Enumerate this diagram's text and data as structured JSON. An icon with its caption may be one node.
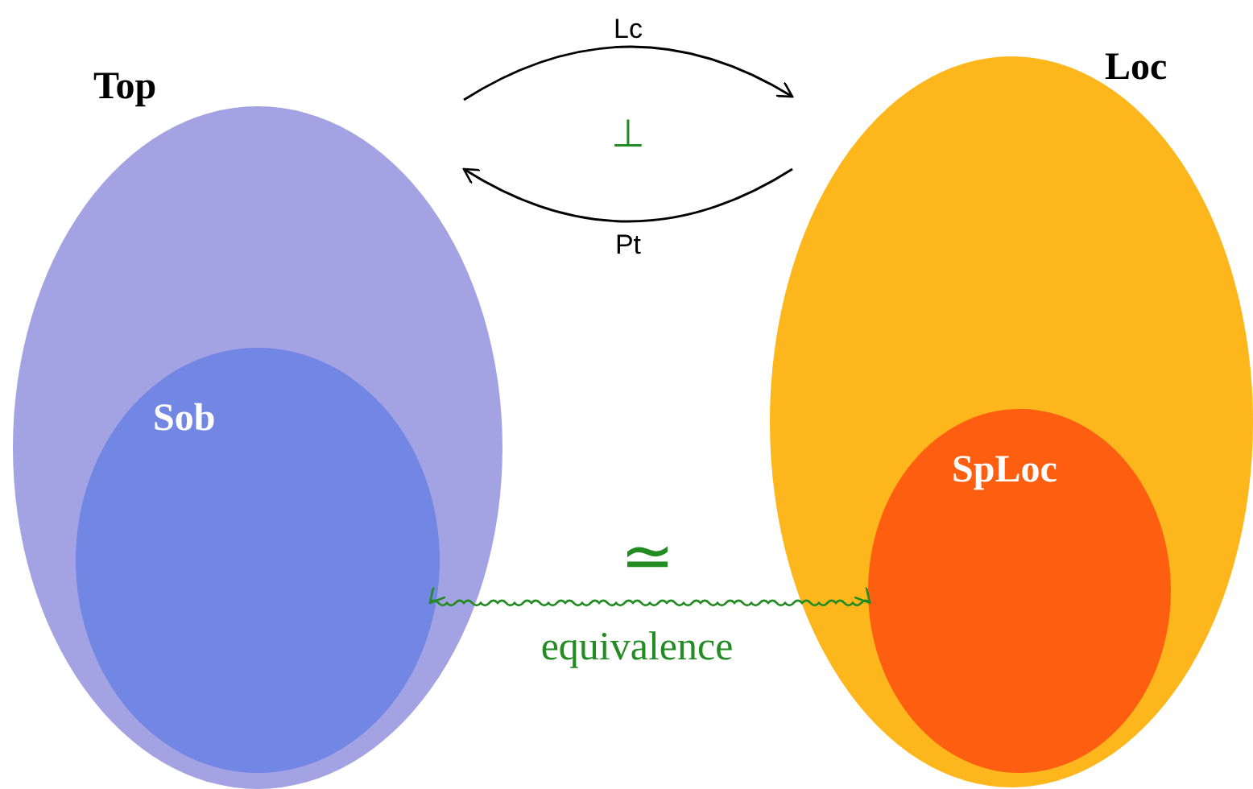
{
  "diagram": {
    "nodes": [
      {
        "text": [
          "Top"
        ]
      },
      {
        "text": [
          "Sob"
        ],
        "in": 0
      },
      {
        "text": [
          "Loc"
        ]
      },
      {
        "text": [
          "SpLoc"
        ],
        "in": 2
      }
    ],
    "edges": [
      {
        "from": 0,
        "to": 2,
        "arrow": "to",
        "label": "Lc"
      },
      {
        "from": 2,
        "to": 0,
        "arrow": "to",
        "label": "Pt"
      },
      {
        "from": 1,
        "to": 3,
        "arrow": "both",
        "label": "equivalence",
        "color": "#228b22"
      }
    ],
    "labels": [
      "⊥",
      "≃"
    ]
  }
}
